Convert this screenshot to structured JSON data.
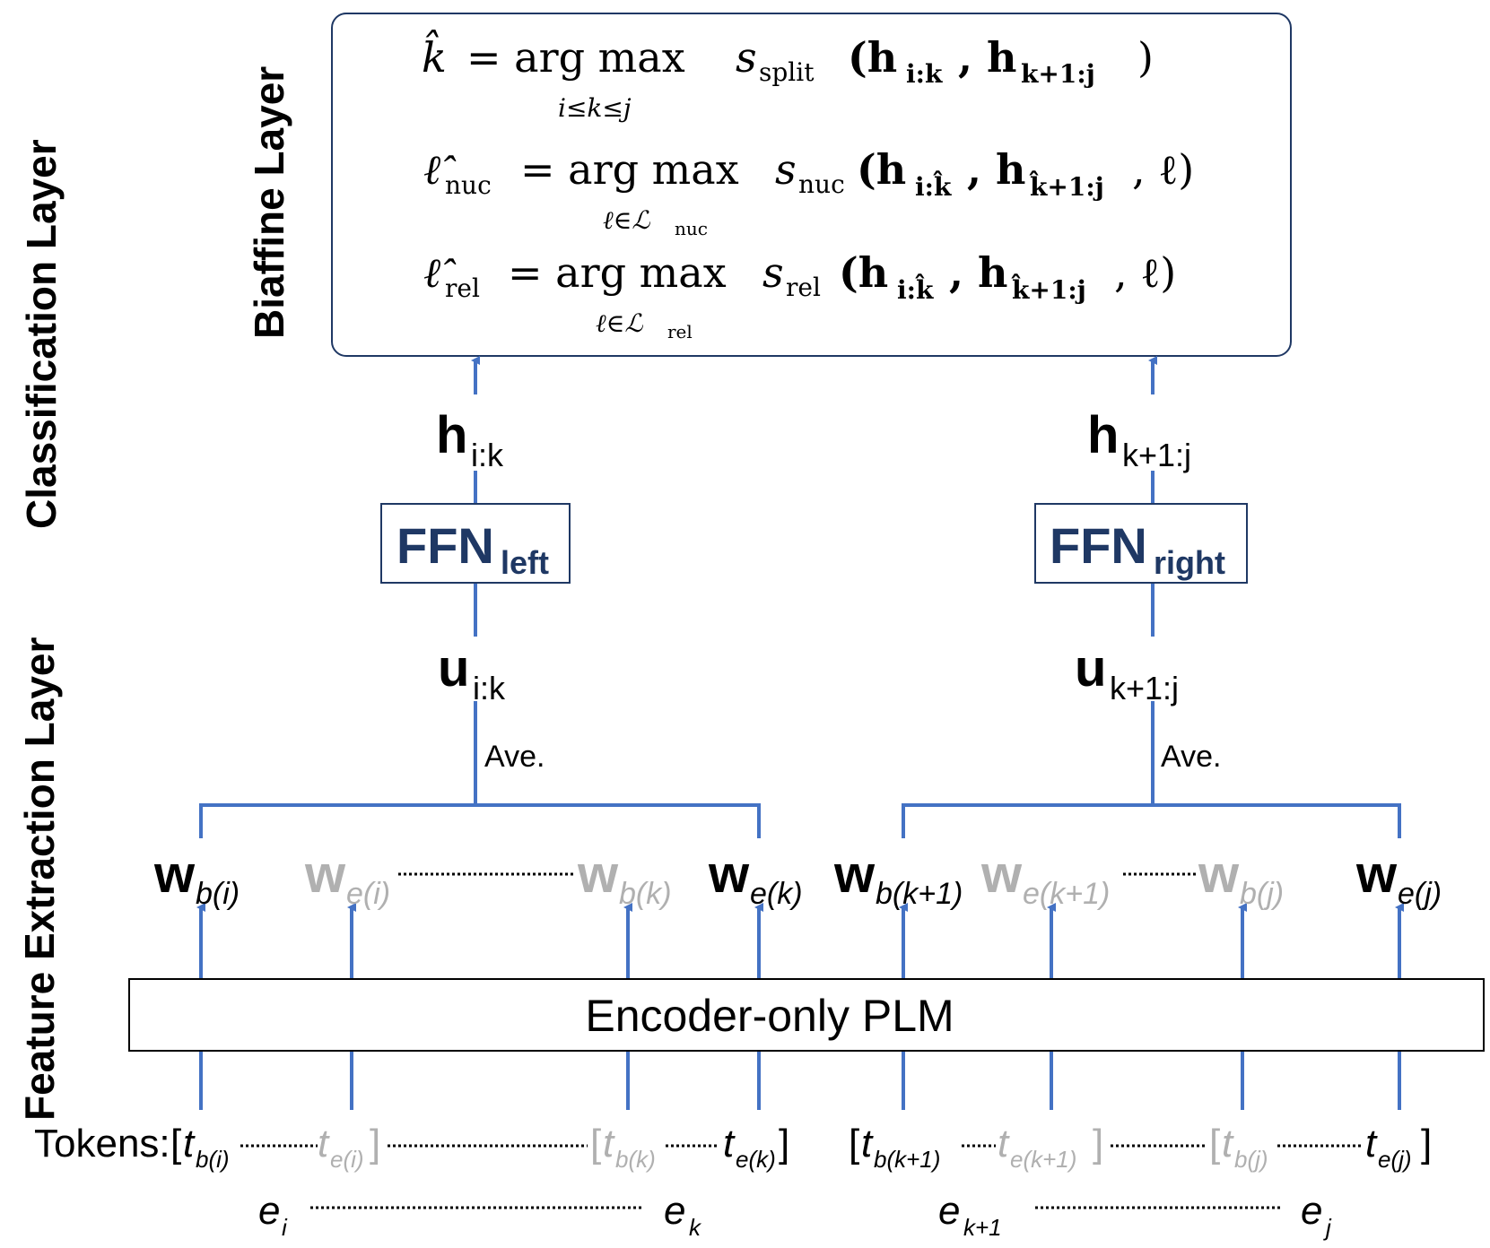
{
  "side_labels": {
    "feature": "Feature Extraction Layer",
    "classification": "Classification Layer",
    "biaffine": "Biaffine Layer"
  },
  "equations": {
    "split": {
      "lhs": "k̂",
      "op": "= arg max",
      "under": "i≤k≤j",
      "fn": "s",
      "fn_sub": "split",
      "args": "(h",
      "arg1_sub": "i:k",
      "mid": ", h",
      "arg2_sub": "k+1:j",
      "close": ")"
    },
    "nuc": {
      "lhs": "ℓ̂",
      "lhs_sub": "nuc",
      "op": "= arg max",
      "under": "ℓ∈ℒ",
      "under_sub": "nuc",
      "fn": "s",
      "fn_sub": "nuc",
      "args": "(h",
      "arg1_sub": "i:k̂",
      "mid": ", h",
      "arg2_sub": "k̂+1:j",
      "close": ", ℓ)"
    },
    "rel": {
      "lhs": "ℓ̂",
      "lhs_sub": "rel",
      "op": "= arg max",
      "under": "ℓ∈ℒ",
      "under_sub": "rel",
      "fn": "s",
      "fn_sub": "rel",
      "args": "(h",
      "arg1_sub": "i:k̂",
      "mid": ", h",
      "arg2_sub": "k̂+1:j",
      "close": ", ℓ)"
    }
  },
  "h_left": {
    "base": "h",
    "sub": "i:k"
  },
  "h_right": {
    "base": "h",
    "sub": "k+1:j"
  },
  "ffn_left": {
    "base": "FFN",
    "sub": "left"
  },
  "ffn_right": {
    "base": "FFN",
    "sub": "right"
  },
  "u_left": {
    "base": "u",
    "sub": "i:k"
  },
  "u_right": {
    "base": "u",
    "sub": "k+1:j"
  },
  "ave_label": "Ave.",
  "w_vectors": [
    {
      "base": "w",
      "sub": "b(i)"
    },
    {
      "base": "w",
      "sub": "e(i)"
    },
    {
      "base": "w",
      "sub": "b(k)"
    },
    {
      "base": "w",
      "sub": "e(k)"
    },
    {
      "base": "w",
      "sub": "b(k+1)"
    },
    {
      "base": "w",
      "sub": "e(k+1)"
    },
    {
      "base": "w",
      "sub": "b(j)"
    },
    {
      "base": "w",
      "sub": "e(j)"
    }
  ],
  "encoder_label": "Encoder-only PLM",
  "tokens_label": "Tokens:",
  "tokens": {
    "open": "[",
    "close": "]",
    "items": [
      {
        "base": "t",
        "sub": "b(i)"
      },
      {
        "base": "t",
        "sub": "e(i)"
      },
      {
        "base": "t",
        "sub": "b(k)"
      },
      {
        "base": "t",
        "sub": "e(k)"
      },
      {
        "base": "t",
        "sub": "b(k+1)"
      },
      {
        "base": "t",
        "sub": "e(k+1)"
      },
      {
        "base": "t",
        "sub": "b(j)"
      },
      {
        "base": "t",
        "sub": "e(j)"
      }
    ]
  },
  "edus": [
    {
      "base": "e",
      "sub": "i"
    },
    {
      "base": "e",
      "sub": "k"
    },
    {
      "base": "e",
      "sub": "k+1"
    },
    {
      "base": "e",
      "sub": "j"
    }
  ],
  "colors": {
    "arrow": "#4472c4",
    "box_border": "#1f3864",
    "ffn_text": "#1f3864",
    "active_text": "#000000",
    "inactive_text": "#b0b0b0"
  }
}
